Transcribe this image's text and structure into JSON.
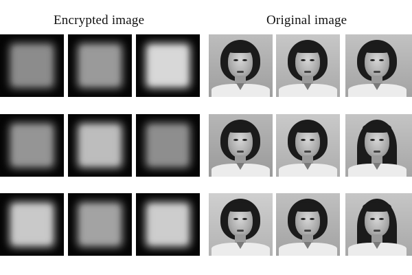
{
  "headings": {
    "encrypted": "Encrypted image",
    "original": "Original image"
  },
  "encrypted_tiles": [
    {
      "row": 1,
      "col": 1,
      "center_gray": "#8c8c8c"
    },
    {
      "row": 1,
      "col": 2,
      "center_gray": "#9a9a9a"
    },
    {
      "row": 1,
      "col": 3,
      "center_gray": "#d8d8d8"
    },
    {
      "row": 2,
      "col": 1,
      "center_gray": "#959595"
    },
    {
      "row": 2,
      "col": 2,
      "center_gray": "#bdbdbd"
    },
    {
      "row": 2,
      "col": 3,
      "center_gray": "#8e8e8e"
    },
    {
      "row": 3,
      "col": 1,
      "center_gray": "#c9c9c9"
    },
    {
      "row": 3,
      "col": 2,
      "center_gray": "#a3a3a3"
    },
    {
      "row": 3,
      "col": 3,
      "center_gray": "#cdcdcd"
    }
  ],
  "original_tiles": [
    {
      "row": 1,
      "col": 1,
      "subject": "face"
    },
    {
      "row": 1,
      "col": 2,
      "subject": "face"
    },
    {
      "row": 1,
      "col": 3,
      "subject": "face"
    },
    {
      "row": 2,
      "col": 1,
      "subject": "face"
    },
    {
      "row": 2,
      "col": 2,
      "subject": "face"
    },
    {
      "row": 2,
      "col": 3,
      "subject": "face"
    },
    {
      "row": 3,
      "col": 1,
      "subject": "face"
    },
    {
      "row": 3,
      "col": 2,
      "subject": "face"
    },
    {
      "row": 3,
      "col": 3,
      "subject": "face"
    }
  ]
}
